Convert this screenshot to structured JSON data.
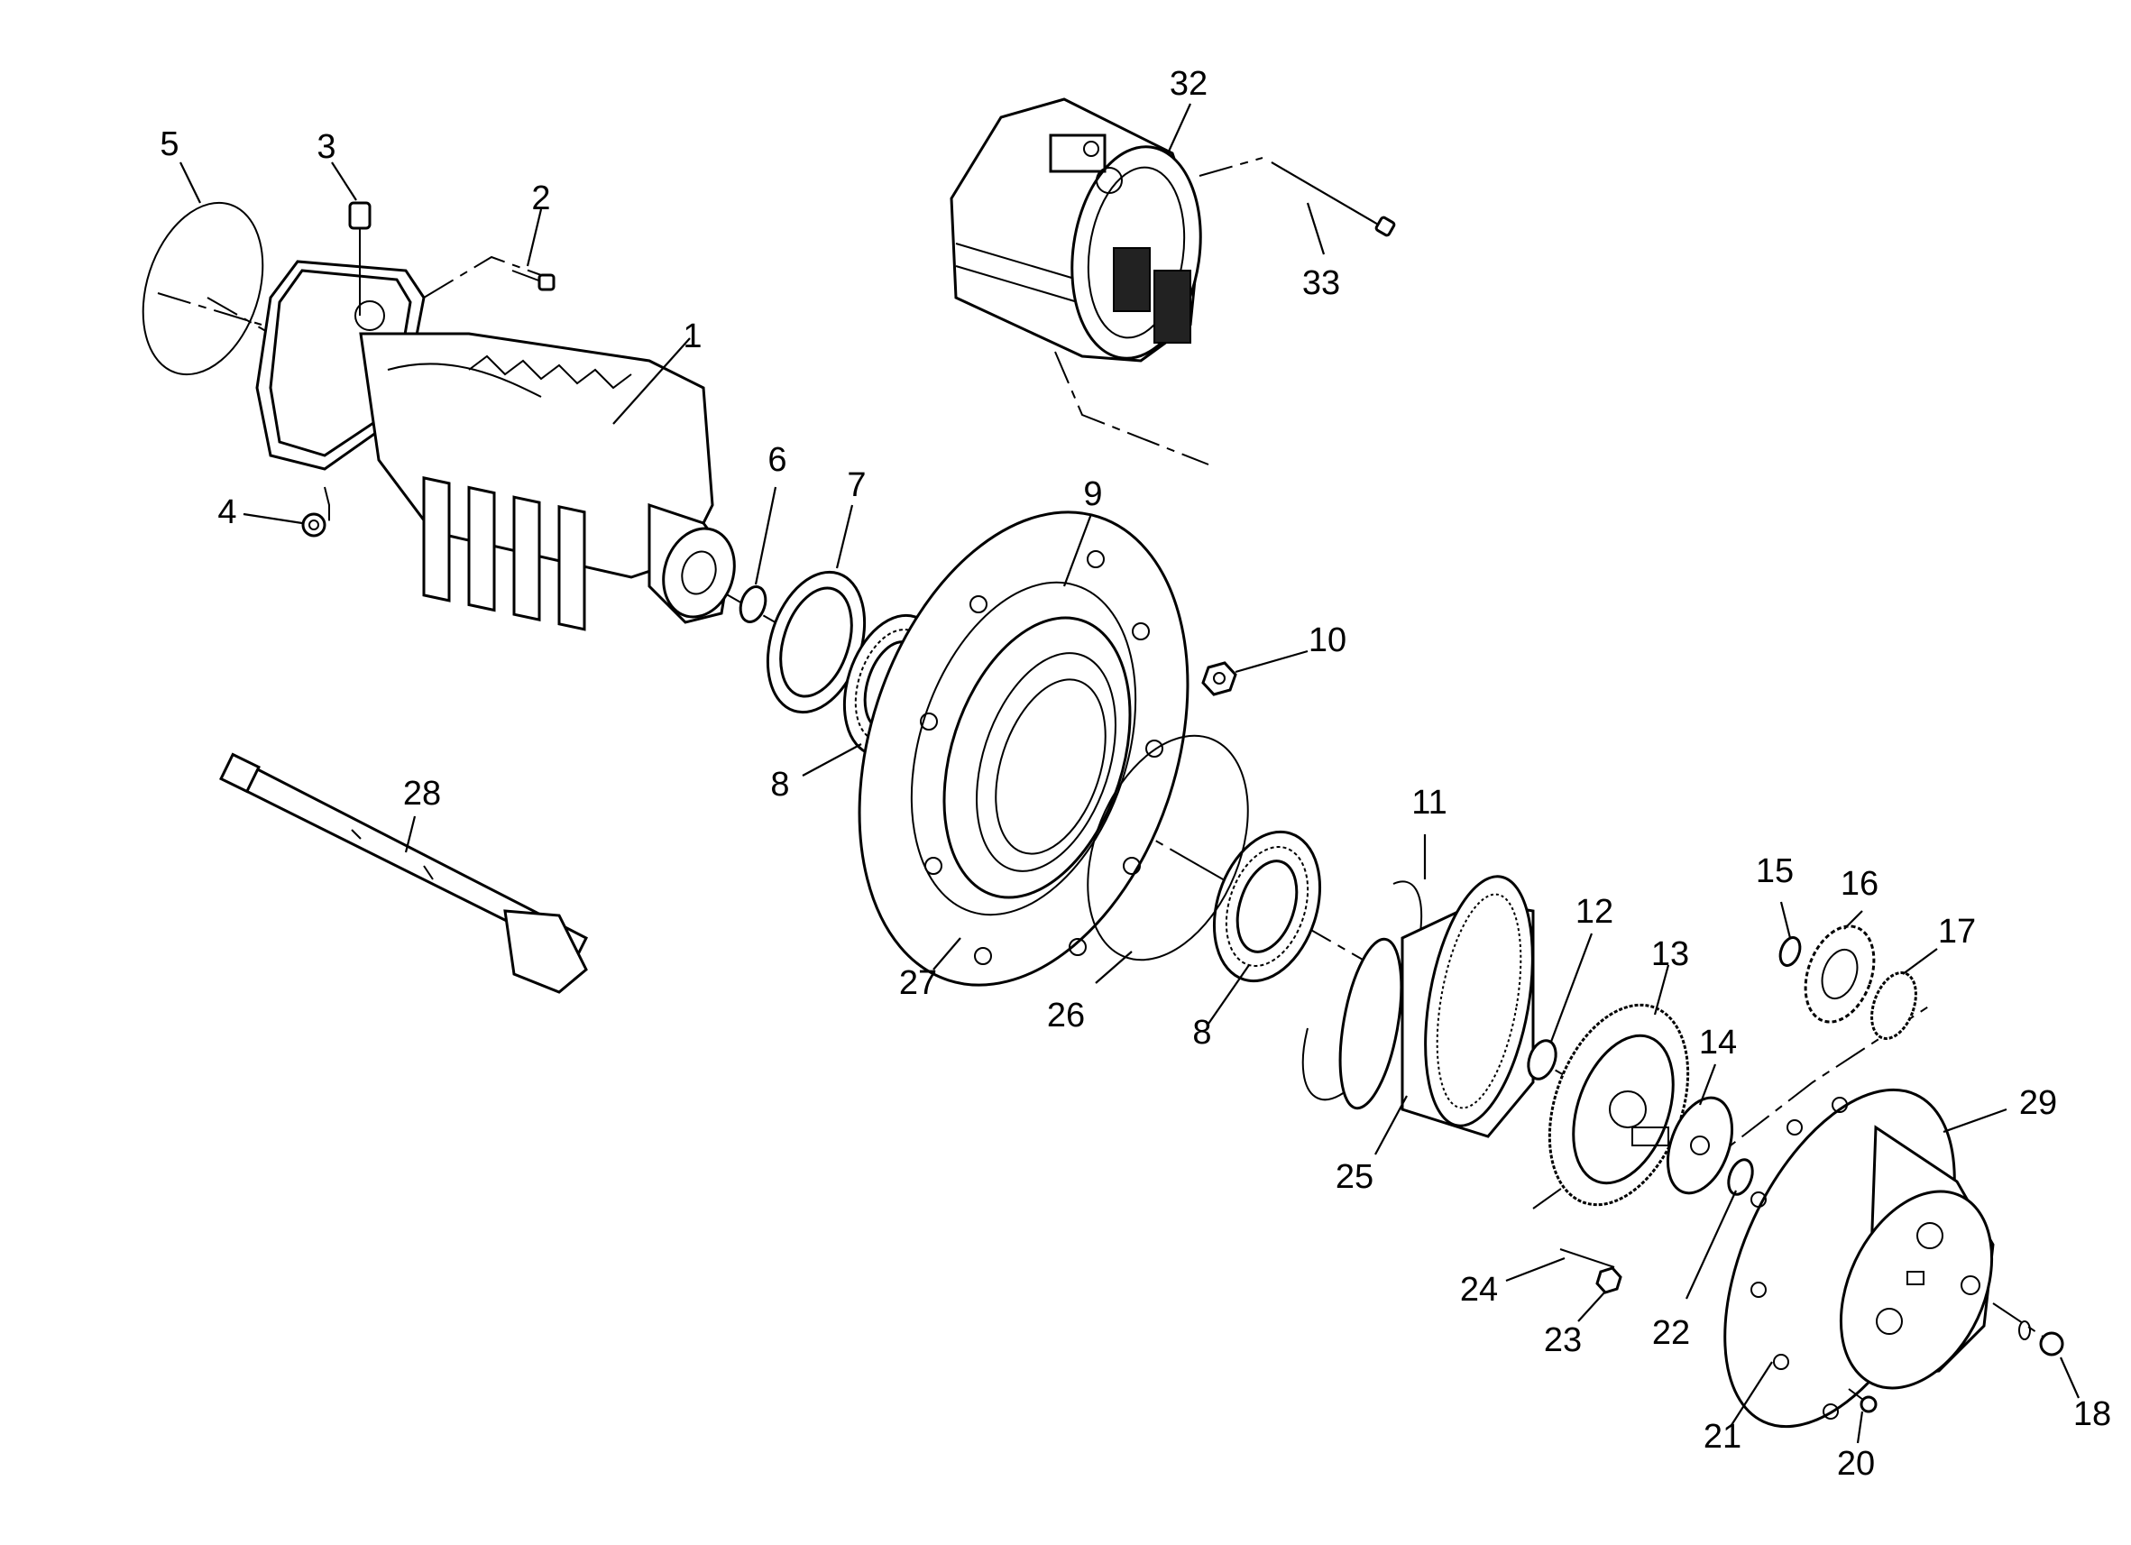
{
  "diagram": {
    "callouts": [
      {
        "id": "c1",
        "label": "1"
      },
      {
        "id": "c2",
        "label": "2"
      },
      {
        "id": "c3",
        "label": "3"
      },
      {
        "id": "c4",
        "label": "4"
      },
      {
        "id": "c5",
        "label": "5"
      },
      {
        "id": "c6",
        "label": "6"
      },
      {
        "id": "c7",
        "label": "7"
      },
      {
        "id": "c8a",
        "label": "8"
      },
      {
        "id": "c9",
        "label": "9"
      },
      {
        "id": "c10",
        "label": "10"
      },
      {
        "id": "c11",
        "label": "11"
      },
      {
        "id": "c12",
        "label": "12"
      },
      {
        "id": "c13",
        "label": "13"
      },
      {
        "id": "c14",
        "label": "14"
      },
      {
        "id": "c15",
        "label": "15"
      },
      {
        "id": "c16",
        "label": "16"
      },
      {
        "id": "c17",
        "label": "17"
      },
      {
        "id": "c8b",
        "label": "8"
      },
      {
        "id": "c18",
        "label": "18"
      },
      {
        "id": "c20",
        "label": "20"
      },
      {
        "id": "c21",
        "label": "21"
      },
      {
        "id": "c22",
        "label": "22"
      },
      {
        "id": "c23",
        "label": "23"
      },
      {
        "id": "c24",
        "label": "24"
      },
      {
        "id": "c25",
        "label": "25"
      },
      {
        "id": "c26",
        "label": "26"
      },
      {
        "id": "c27",
        "label": "27"
      },
      {
        "id": "c28",
        "label": "28"
      },
      {
        "id": "c29",
        "label": "29"
      },
      {
        "id": "c32",
        "label": "32"
      },
      {
        "id": "c33",
        "label": "33"
      }
    ]
  }
}
